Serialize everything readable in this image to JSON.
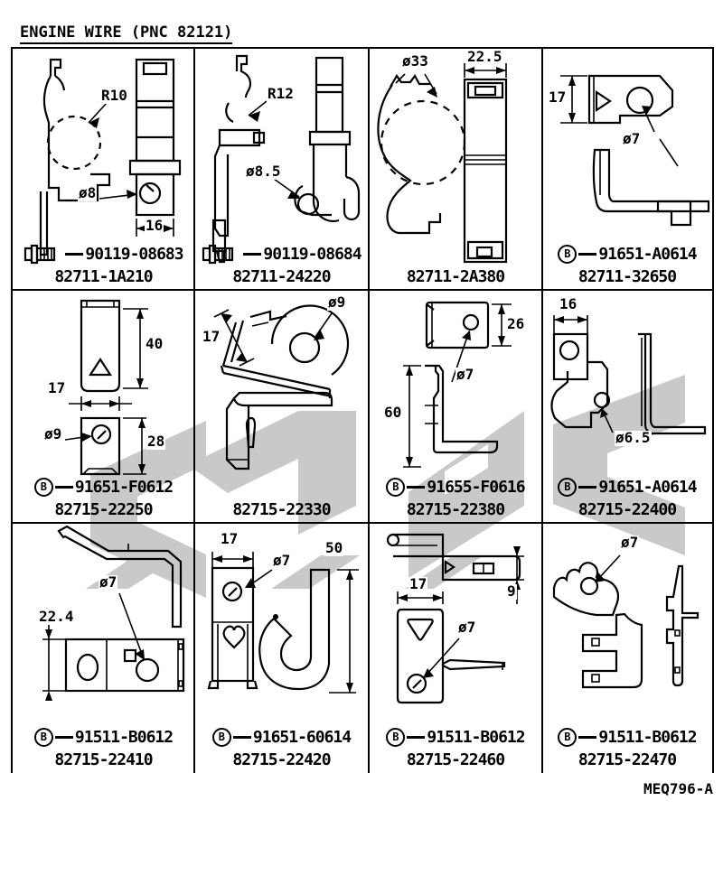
{
  "title": "ENGINE WIRE (PNC 82121)",
  "doc_code": "MEQ796-A",
  "icons": {
    "fastener_letter": "B"
  },
  "watermark_color": "#c9c9c9",
  "cells": [
    {
      "part": "82711-1A210",
      "fastener": "90119-08683",
      "fastener_icon": "bolt",
      "labels": {
        "r": "R10",
        "d": "ø8",
        "w": "16"
      }
    },
    {
      "part": "82711-24220",
      "fastener": "90119-08684",
      "fastener_icon": "bolt",
      "labels": {
        "r": "R12",
        "d": "ø8.5"
      }
    },
    {
      "part": "82711-2A380",
      "fastener": null,
      "fastener_icon": null,
      "labels": {
        "d": "ø33",
        "w": "22.5"
      }
    },
    {
      "part": "82711-32650",
      "fastener": "91651-A0614",
      "fastener_icon": "circle-b",
      "labels": {
        "h": "17",
        "d": "ø7"
      }
    },
    {
      "part": "82715-22250",
      "fastener": "91651-F0612",
      "fastener_icon": "circle-b",
      "labels": {
        "h1": "40",
        "w": "17",
        "d": "ø9",
        "h2": "28"
      }
    },
    {
      "part": "82715-22330",
      "fastener": null,
      "fastener_icon": null,
      "labels": {
        "l": "17",
        "d": "ø9"
      }
    },
    {
      "part": "82715-22380",
      "fastener": "91655-F0616",
      "fastener_icon": "circle-b",
      "labels": {
        "h1": "26",
        "d": "ø7",
        "h2": "60"
      }
    },
    {
      "part": "82715-22400",
      "fastener": "91651-A0614",
      "fastener_icon": "circle-b",
      "labels": {
        "w": "16",
        "d": "ø6.5"
      }
    },
    {
      "part": "82715-22410",
      "fastener": "91511-B0612",
      "fastener_icon": "circle-b",
      "labels": {
        "d": "ø7",
        "h": "22.4"
      }
    },
    {
      "part": "82715-22420",
      "fastener": "91651-60614",
      "fastener_icon": "circle-b",
      "labels": {
        "w": "17",
        "d": "ø7",
        "h": "50"
      }
    },
    {
      "part": "82715-22460",
      "fastener": "91511-B0612",
      "fastener_icon": "circle-b",
      "labels": {
        "w": "17",
        "t": "9",
        "d": "ø7"
      }
    },
    {
      "part": "82715-22470",
      "fastener": "91511-B0612",
      "fastener_icon": "circle-b",
      "labels": {
        "d": "ø7"
      }
    }
  ]
}
